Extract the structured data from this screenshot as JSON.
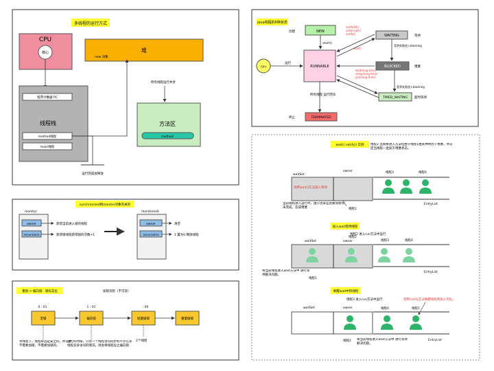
{
  "panel1": {
    "title": "多线程的运行方式",
    "cpu": "CPU",
    "core": "核心",
    "heap": "堆",
    "heap_note": "new 对象",
    "pc": "程序计数器 PC",
    "thread_stack": "线程栈",
    "method_thread": "method线程",
    "main_thread": "main线程",
    "method_area": "方法区",
    "method": "method",
    "share_note": "所有线程运行共享",
    "bottom_note": "运行完成会释放"
  },
  "panel2": {
    "title": "java线程的6种状态",
    "new_label": "创建",
    "new": "NEW",
    "start": "start()",
    "waiting": "WAITING",
    "wait_label": "等待",
    "notify": "notifyAll()\nunterrupt()\nnotify()",
    "wait": "wait()",
    "runnable": "RUNNABLE",
    "cpu": "cpu",
    "run_label": "运行",
    "blocking_note1": "竞争失败进入blocking",
    "blocked": "BLOCKED",
    "block_label": "堵塞",
    "timed_calls": "wait(long time)\nsleep(long time)\njoin(long time)",
    "blocking_note2": "竞争失败进入blocking",
    "timed_waiting": "TIMED_WAITING",
    "timed_label": "超时等待",
    "finish_note": "所有线程 运行完毕",
    "terminated": "TERMINATED",
    "terminate_label": "终止"
  },
  "panel3": {
    "title": "synchronized和monitor对象有关的",
    "monitor": "monitor",
    "monitorexit": "monitorexit",
    "owner": "owner",
    "recursions": "recursions",
    "owner_note1": "获得当前进入锁的线程",
    "rec_note1": "获得锁线程获得锁的次数+1",
    "owner_note2": "清空",
    "rec_note2": "1 置为0 释放线程"
  },
  "panel4": {
    "title": "重锁-> 偏向锁：锁标志位",
    "header_note": "加锁流程（不可逆）",
    "states": [
      {
        "bits": "0  :  01",
        "label": "无锁"
      },
      {
        "bits": "1  :  01",
        "label": "偏向锁"
      },
      {
        "bits": ":  00",
        "label": "轻量级锁"
      },
      {
        "bits": "",
        "label": "重量级锁"
      }
    ],
    "note1": "单线程下，线程永远是安全的，所以并不需要加锁，不需要加锁的。",
    "note2": "运行的时候，只有一个线程访问同步机不存在多线程竞争访问的情况，则会将线程设立偏向锁",
    "note3": "2个线程"
  },
  "panel5": {
    "title": "wait() notify() 实例",
    "section1": {
      "note_top": "线程2 当需要进入方法但由于线程1由某种原因下堵塞，所以后当线程一直处于堵塞状态。",
      "waitset": "waitSet",
      "owner": "owner",
      "red_note": "调用wait()方法进入等待",
      "thread4": "线程4",
      "thread3": "线程3",
      "note_bottom": "当前线程进入运行时，由于因某些因素而暂停未完成，造成堵塞",
      "thread1": "线程1",
      "entrylist": "EntryList"
    },
    "section2": {
      "title": "加入wait等待线程",
      "note_top": "线程2 进入run方法中运行",
      "waitset": "waitSet",
      "owner": "owner",
      "thread2": "线程2",
      "thread3": "线程3",
      "thread4": "线程4",
      "note_bottom": "将当前线程进入wait方法中 进行等待解决问题。",
      "thread1": "线程1",
      "entrylist": "EntryList"
    },
    "section3": {
      "title": "唤醒wait中的线程",
      "note_top": "线程3 进入run方法中运行",
      "red_note": "调用notify方法唤醒线程将加入到队。",
      "waitset": "waitSet",
      "owner": "owner",
      "thread4": "线程4",
      "thread1": "线程1",
      "thread2": "线程2",
      "note_bottom": "将当前线程进入wait方法中 进行等待解决问题。",
      "entrylist": "EntryList"
    }
  }
}
